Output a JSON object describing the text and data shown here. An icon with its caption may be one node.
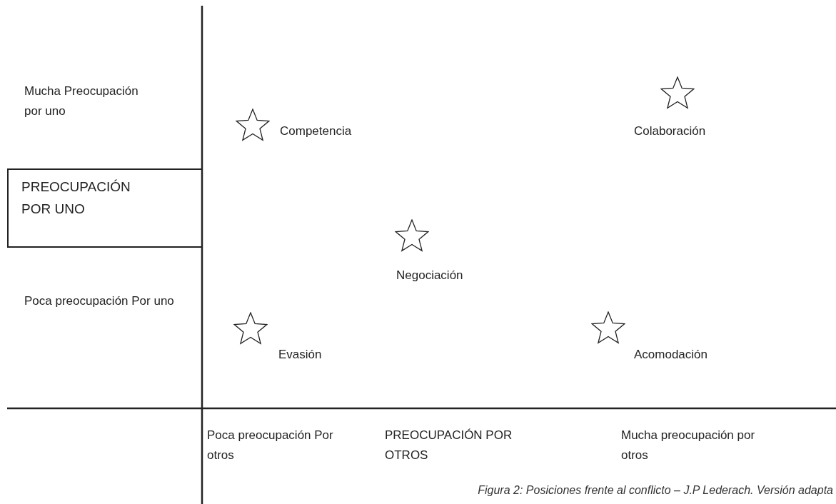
{
  "diagram": {
    "caption": "Figura 2: Posiciones frente al conflicto – J.P Lederach. Versión adapta",
    "nodes": [
      {
        "text": [
          "PREOCUPACIÓN POR UNO"
        ]
      },
      {
        "text": [],
        "shape": "star",
        "beside": [
          "Competencia"
        ]
      },
      {
        "text": [],
        "shape": "star",
        "beside": [
          "Colaboración"
        ]
      },
      {
        "text": [],
        "shape": "star",
        "beside": [
          "Negociación"
        ]
      },
      {
        "text": [],
        "shape": "star",
        "beside": [
          "Evasión"
        ]
      },
      {
        "text": [],
        "shape": "star",
        "beside": [
          "Acomodación"
        ]
      }
    ],
    "labels": [
      "Mucha Preocupación por uno",
      "Poca preocupación Por uno",
      "Poca preocupación Por otros",
      "PREOCUPACIÓN POR OTROS",
      "Mucha preocupación por otros"
    ]
  }
}
